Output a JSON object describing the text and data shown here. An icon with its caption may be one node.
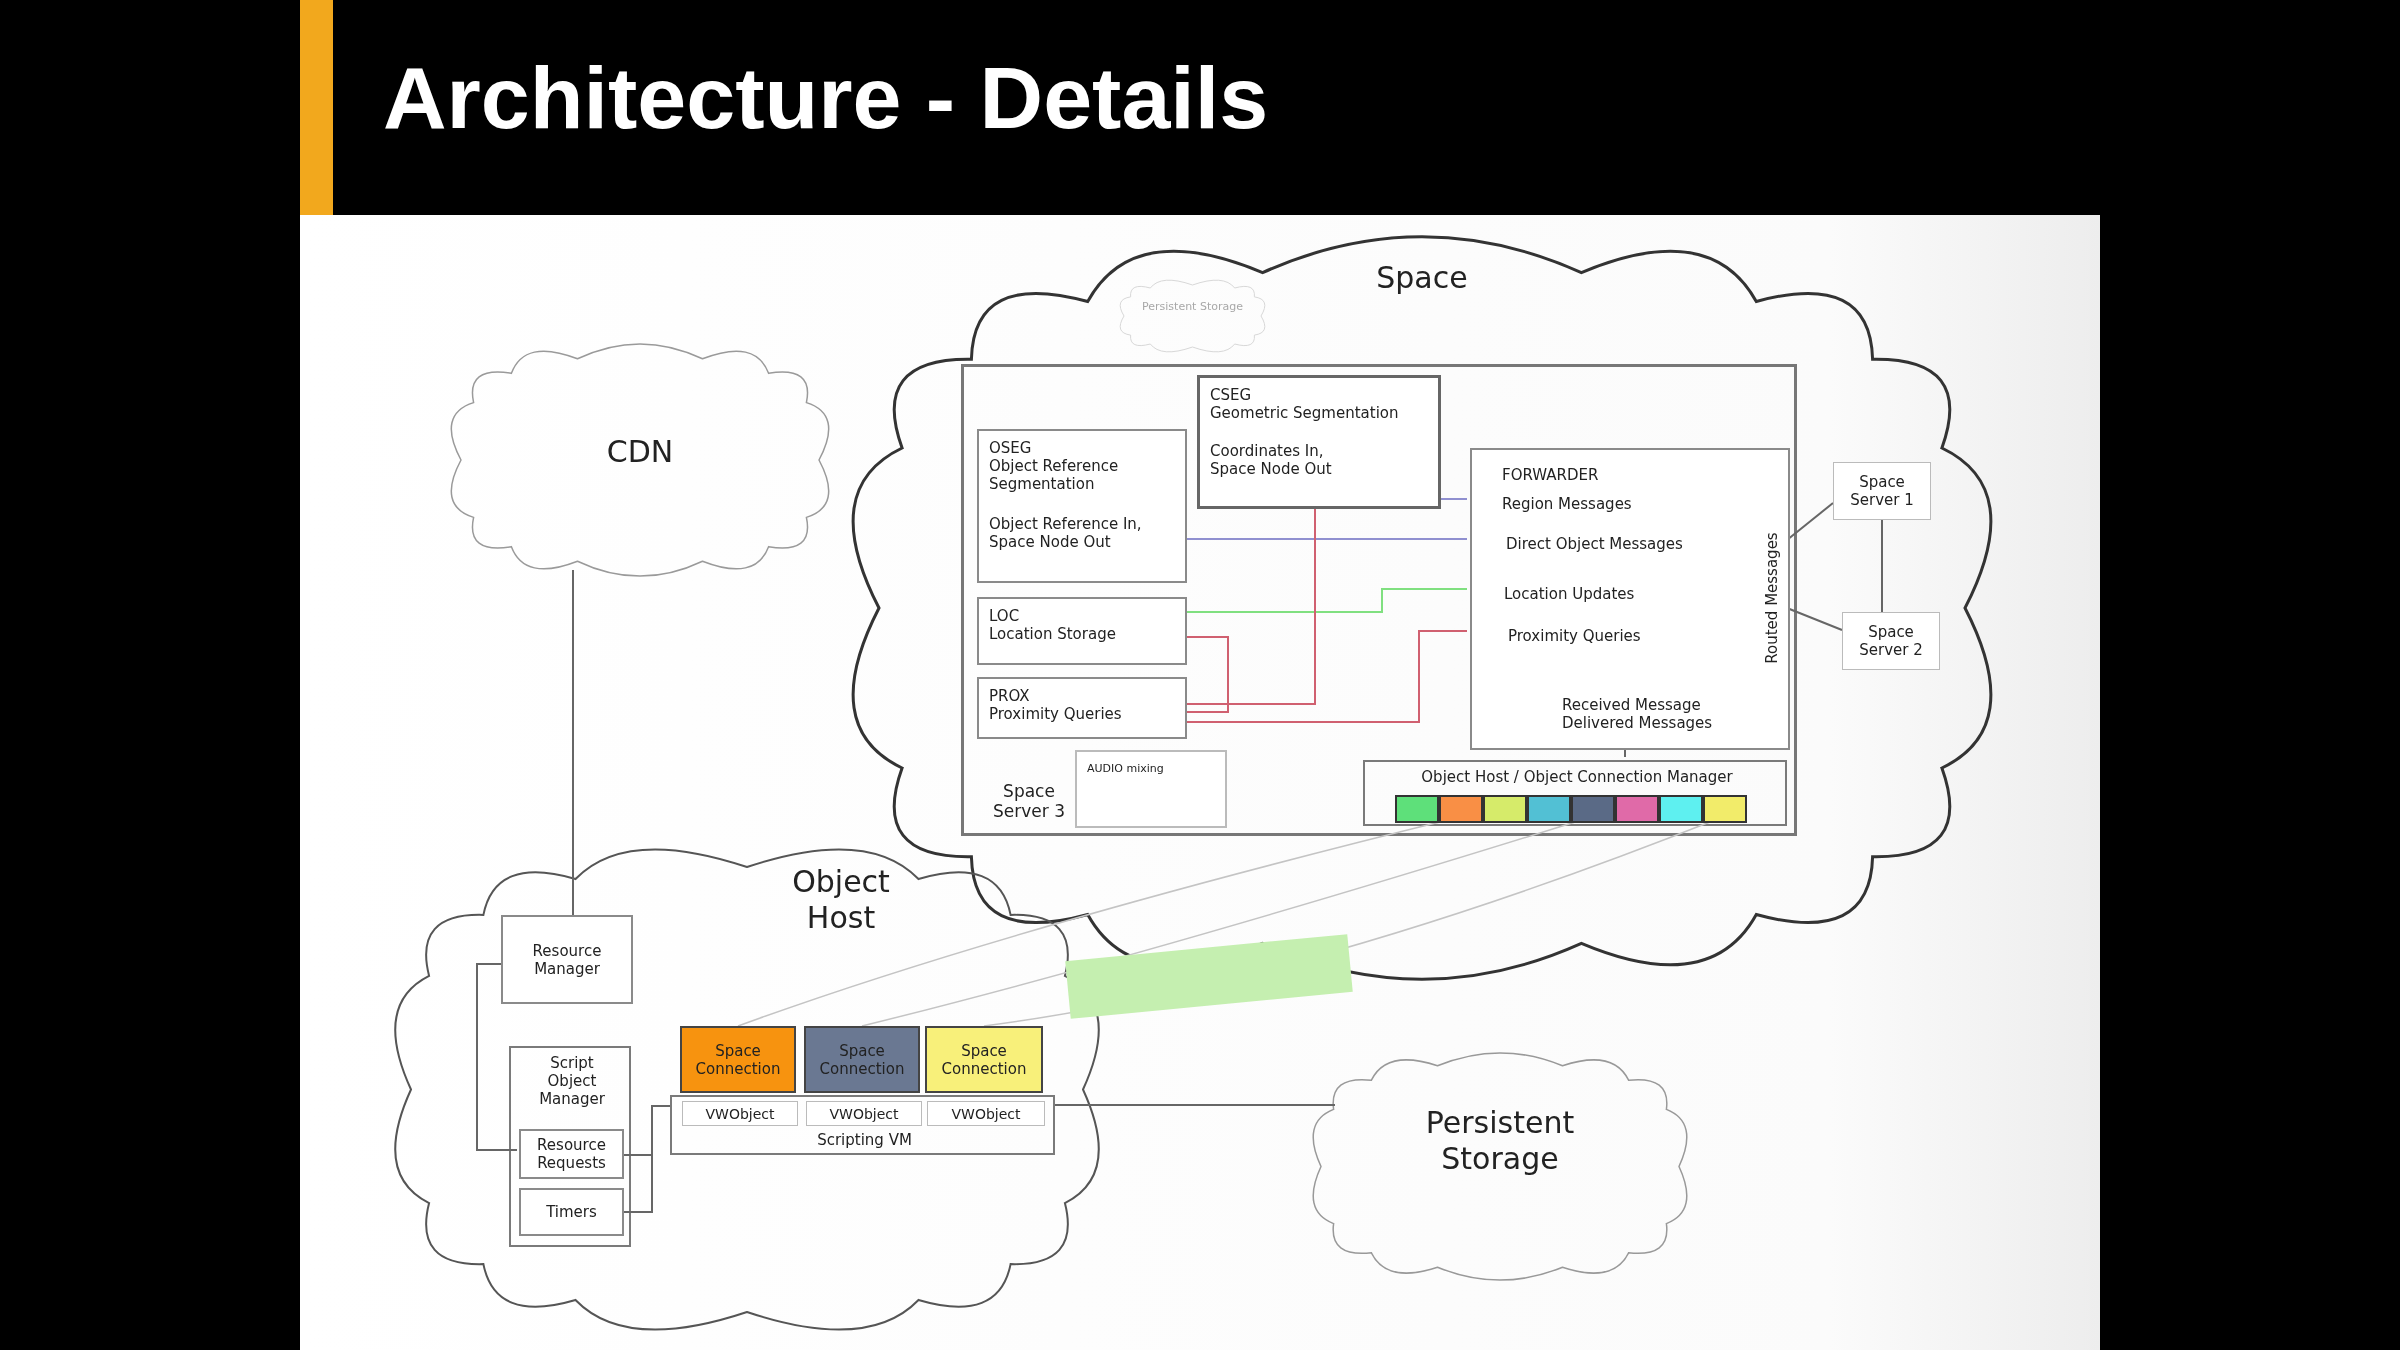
{
  "diagram": {
    "title": "Architecture - Details",
    "nodes": [
      {
        "text": [
          "Space"
        ]
      },
      {
        "text": [
          "Persistent Storage"
        ],
        "in": 0
      },
      {
        "text": [
          "Space Server 3"
        ],
        "in": 0
      },
      {
        "text": [
          "OSEG",
          "Object Reference Segmentation",
          "Object Reference In, Space Node Out"
        ],
        "in": 2
      },
      {
        "text": [
          "CSEG",
          "Geometric Segmentation",
          "Coordinates In, Space Node Out"
        ],
        "in": 2
      },
      {
        "text": [
          "FORWARDER",
          "Region Messages",
          "Direct Object Messages",
          "Location Updates",
          "Proximity Queries",
          "Received Message Delivered Messages",
          "Routed Messages"
        ],
        "in": 2
      },
      {
        "text": [
          "LOC",
          "Location Storage"
        ],
        "in": 2
      },
      {
        "text": [
          "PROX",
          "Proximity Queries"
        ],
        "in": 2
      },
      {
        "text": [
          "AUDIO mixing"
        ],
        "in": 2
      },
      {
        "text": [
          "Object Host / Object Connection Manager"
        ],
        "in": 2
      },
      {
        "text": [],
        "shape": "box",
        "in": 9
      },
      {
        "text": [],
        "shape": "box",
        "in": 9
      },
      {
        "text": [],
        "shape": "box",
        "in": 9
      },
      {
        "text": [],
        "shape": "box",
        "in": 9
      },
      {
        "text": [],
        "shape": "box",
        "in": 9
      },
      {
        "text": [],
        "shape": "box",
        "in": 9
      },
      {
        "text": [],
        "shape": "box",
        "in": 9
      },
      {
        "text": [],
        "shape": "box",
        "in": 9
      },
      {
        "text": [
          "Space Server 1"
        ],
        "in": 0
      },
      {
        "text": [
          "Space Server 2"
        ],
        "in": 0
      },
      {
        "text": [
          "CDN"
        ]
      },
      {
        "text": [
          "Object Host"
        ]
      },
      {
        "text": [
          "Resource Manager"
        ],
        "in": 21
      },
      {
        "text": [
          "Script Object Manager"
        ],
        "in": 21
      },
      {
        "text": [
          "Resource Requests"
        ],
        "in": 23
      },
      {
        "text": [
          "Timers"
        ],
        "in": 23
      },
      {
        "text": [
          "Space Connection"
        ],
        "in": 21
      },
      {
        "text": [
          "Space Connection"
        ],
        "in": 21
      },
      {
        "text": [
          "Space Connection"
        ],
        "in": 21
      },
      {
        "text": [
          "Scripting VM"
        ],
        "in": 21
      },
      {
        "text": [
          "VWObject"
        ],
        "in": 29
      },
      {
        "text": [
          "VWObject"
        ],
        "in": 29
      },
      {
        "text": [
          "VWObject"
        ],
        "in": 29
      },
      {
        "text": [
          "Persistent Storage"
        ]
      }
    ],
    "edges": [
      {
        "from": 20,
        "to": 22,
        "arrow": "none"
      },
      {
        "from": 22,
        "to": 24,
        "arrow": "none"
      },
      {
        "from": 24,
        "to": 29,
        "arrow": "none"
      },
      {
        "from": 25,
        "to": 29,
        "arrow": "none"
      },
      {
        "from": 29,
        "to": 33,
        "arrow": "none"
      },
      {
        "from": 4,
        "to": 5,
        "arrow": "none",
        "color": "#9090d0"
      },
      {
        "from": 3,
        "to": 5,
        "arrow": "none",
        "color": "#9090d0"
      },
      {
        "from": 6,
        "to": 5,
        "arrow": "none",
        "color": "#80e080"
      },
      {
        "from": 6,
        "to": 7,
        "arrow": "none",
        "color": "#d06070"
      },
      {
        "from": 7,
        "to": 4,
        "arrow": "none",
        "color": "#d06070"
      },
      {
        "from": 7,
        "to": 5,
        "arrow": "none",
        "color": "#d06070"
      },
      {
        "from": 5,
        "to": 9,
        "arrow": "none"
      },
      {
        "from": 5,
        "to": 18,
        "arrow": "none"
      },
      {
        "from": 5,
        "to": 19,
        "arrow": "none"
      },
      {
        "from": 18,
        "to": 19,
        "arrow": "none"
      },
      {
        "from": 11,
        "to": 26,
        "arrow": "none",
        "color": "#c4c4c4"
      },
      {
        "from": 14,
        "to": 27,
        "arrow": "none",
        "color": "#c4c4c4"
      },
      {
        "from": 17,
        "to": 28,
        "arrow": "none",
        "color": "#c4c4c4"
      },
      {
        "from": 21,
        "to": 0,
        "arrow": "none",
        "style": "thick",
        "color": "#c5efb0"
      }
    ]
  }
}
